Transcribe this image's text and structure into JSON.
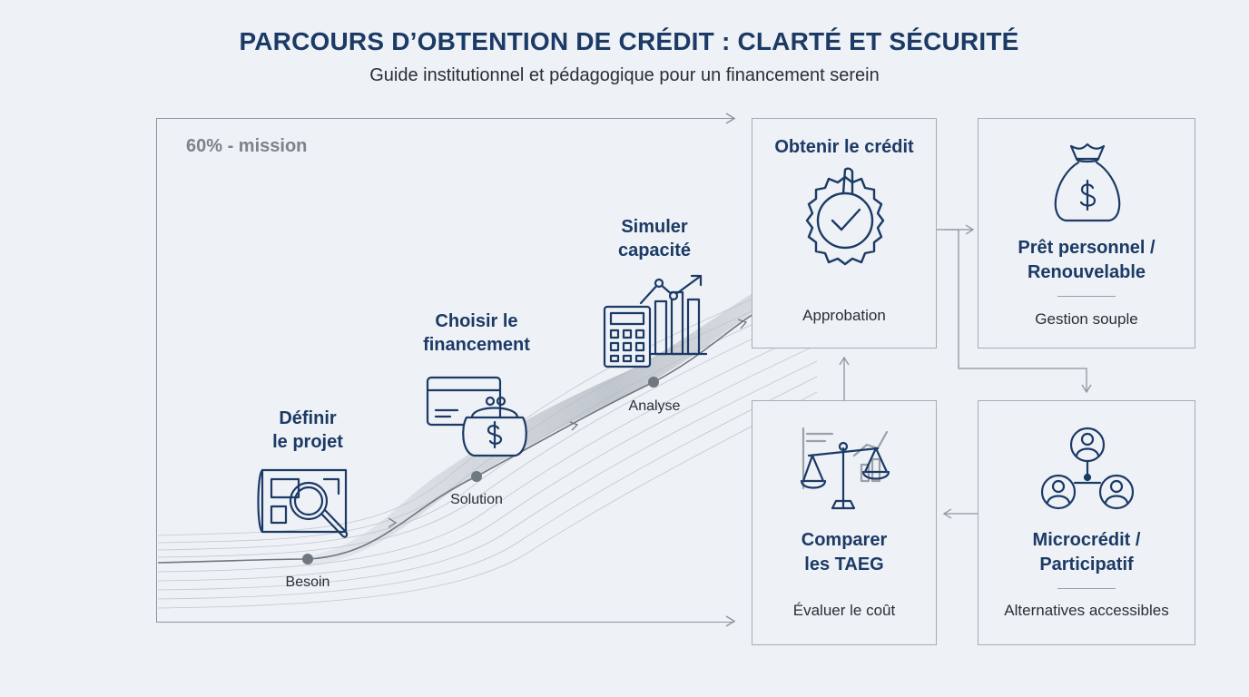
{
  "header": {
    "title": "PARCOURS D’OBTENTION DE CRÉDIT : CLARTÉ ET SÉCURITÉ",
    "subtitle": "Guide institutionnel et pédagogique pour un financement serein"
  },
  "progress_label": "60% - mission",
  "steps": [
    {
      "title": "Définir\nle projet",
      "node": "Besoin",
      "icon": "blueprint-magnifier-icon"
    },
    {
      "title": "Choisir le\nfinancement",
      "node": "Solution",
      "icon": "card-purse-icon"
    },
    {
      "title": "Simuler\ncapacité",
      "node": "Analyse",
      "icon": "calculator-chart-icon"
    }
  ],
  "boxes": {
    "obtain": {
      "title": "Obtenir le crédit",
      "node": "Approbation",
      "icon": "badge-check-icon"
    },
    "compare": {
      "title": "Comparer\nles TAEG",
      "sub": "Évaluer le coût",
      "icon": "scale-icon"
    },
    "personal": {
      "title": "Prêt personnel /\nRenouvelable",
      "sub": "Gestion souple",
      "icon": "money-bag-icon"
    },
    "micro": {
      "title": "Microcrédit /\nParticipatif",
      "sub": "Alternatives accessibles",
      "icon": "people-network-icon"
    }
  },
  "colors": {
    "navy": "#1b3a66",
    "line": "#8e959e",
    "background": "#eef1f5"
  }
}
